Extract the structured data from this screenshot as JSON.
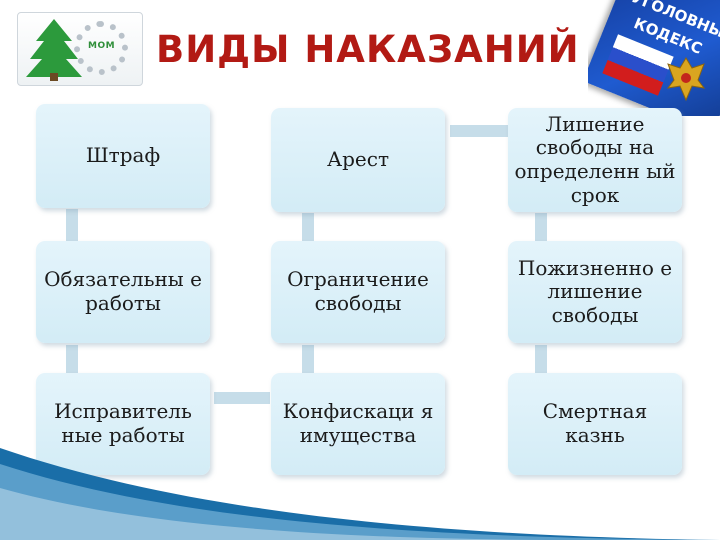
{
  "title": "ВИДЫ НАКАЗАНИЙ",
  "logo": {
    "label": "МОМ"
  },
  "codebook": {
    "line1": "УГОЛОВНЫЙ",
    "line2": "КОДЕКС"
  },
  "boxes": [
    {
      "label": "Штраф"
    },
    {
      "label": "Арест"
    },
    {
      "label": "Лишение свободы на определенн ый срок"
    },
    {
      "label": "Обязательны е работы"
    },
    {
      "label": "Ограничение свободы"
    },
    {
      "label": "Пожизненно е лишение свободы"
    },
    {
      "label": "Исправитель ные работы"
    },
    {
      "label": "Конфискаци я имущества"
    },
    {
      "label": "Смертная казнь"
    }
  ],
  "colors": {
    "title": "#b21a14",
    "box_fill": "#dbeff8",
    "connector": "#c6dde9",
    "accent": "#1a6ea8"
  }
}
